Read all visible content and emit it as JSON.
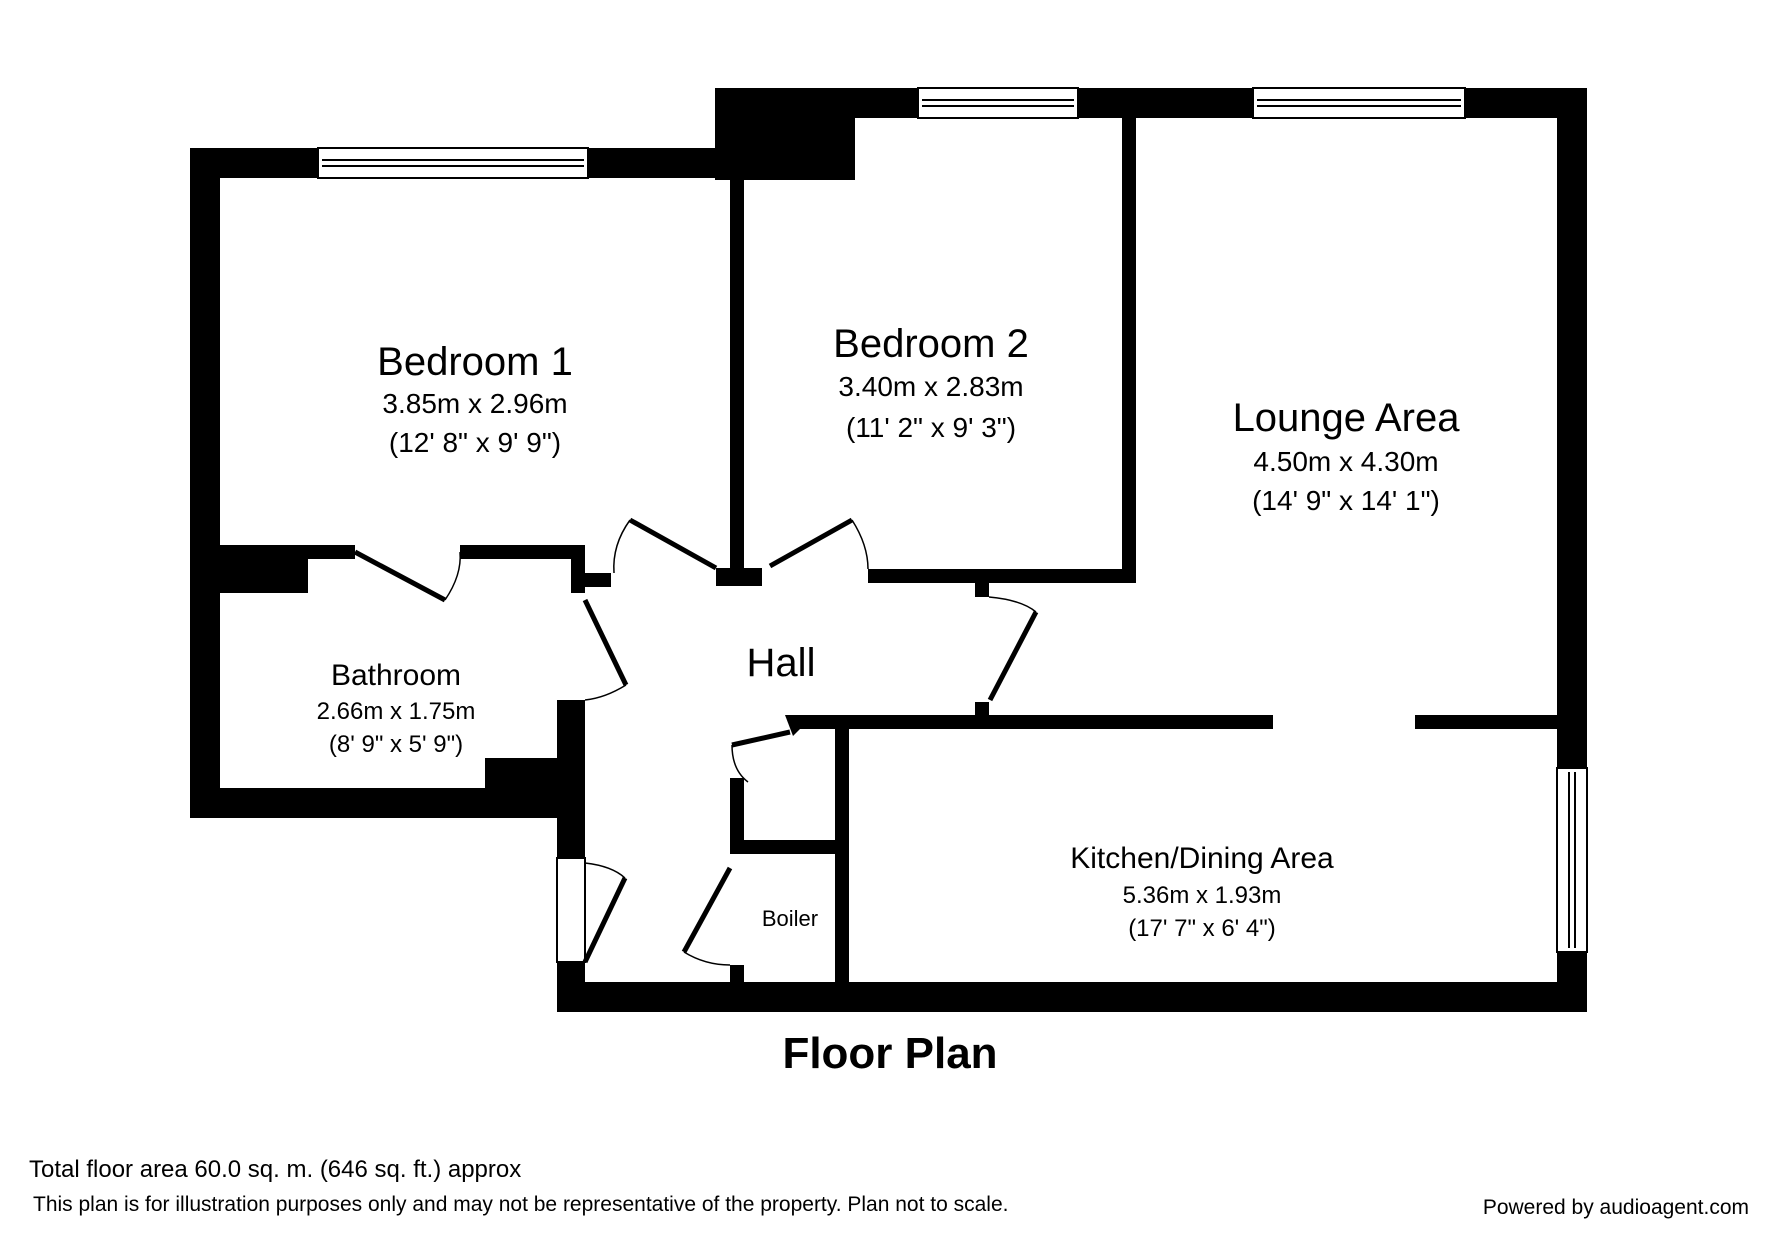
{
  "plan": {
    "title": "Floor Plan",
    "rooms": {
      "bedroom1": {
        "name": "Bedroom 1",
        "metric": "3.85m x 2.96m",
        "imperial": "(12' 8\" x 9' 9\")"
      },
      "bedroom2": {
        "name": "Bedroom 2",
        "metric": "3.40m x 2.83m",
        "imperial": "(11' 2\" x 9' 3\")"
      },
      "lounge": {
        "name": "Lounge Area",
        "metric": "4.50m x 4.30m",
        "imperial": "(14' 9\" x 14' 1\")"
      },
      "bathroom": {
        "name": "Bathroom",
        "metric": "2.66m x 1.75m",
        "imperial": "(8' 9\" x 5' 9\")"
      },
      "hall": {
        "name": "Hall"
      },
      "kitchen": {
        "name": "Kitchen/Dining Area",
        "metric": "5.36m x 1.93m",
        "imperial": "(17' 7\" x 6' 4\")"
      },
      "boiler": {
        "name": "Boiler"
      }
    },
    "colors": {
      "wall": "#000000",
      "background": "#ffffff"
    }
  },
  "footer": {
    "total_area": "Total floor area 60.0 sq. m. (646 sq. ft.) approx",
    "disclaimer": "This plan is for illustration purposes only and may not be representative of the property. Plan not to scale.",
    "powered_by": "Powered by audioagent.com"
  }
}
